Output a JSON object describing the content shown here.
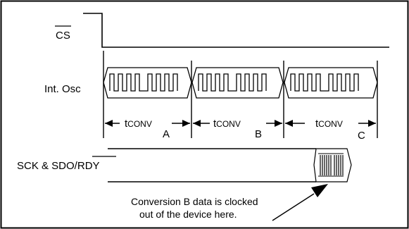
{
  "signals": {
    "cs": "CS",
    "int_osc": "Int. Osc",
    "sck_sdo": "SCK & SDO/",
    "rdy": "RDY"
  },
  "conversions": [
    {
      "main": "t",
      "sub": "CONV",
      "letter": "A"
    },
    {
      "main": "t",
      "sub": "CONV",
      "letter": "B"
    },
    {
      "main": "t",
      "sub": "CONV",
      "letter": "C"
    }
  ],
  "annotation": {
    "line1": "Conversion B data is clocked",
    "line2": "out of the device here."
  }
}
